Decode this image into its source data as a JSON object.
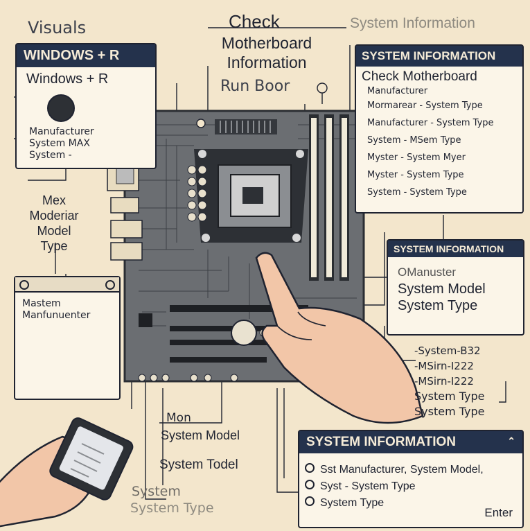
{
  "colors": {
    "background": "#f3e6cc",
    "ink": "#1f2330",
    "header": "#24324c",
    "board": "#6b6e72",
    "chip": "#3a3d42"
  },
  "top": {
    "visuals": "Visuals",
    "check": "Check",
    "motherboard_information": "Motherboard\nInformation",
    "run_box": "Run Boor",
    "system_information_faded": "System Information"
  },
  "left_panel": {
    "header": "WINDOWS + R",
    "subtitle": "Windows + R",
    "lines": [
      "Manufacturer",
      "System MAX",
      "System -"
    ]
  },
  "left_labels": [
    "Mex",
    "Moderiar",
    "Model",
    "Type"
  ],
  "left_window": {
    "lines": [
      "Mastem",
      "Manfunuenter"
    ],
    "icon_label": "app-icon"
  },
  "top_right_panel": {
    "header": "SYSTEM INFORMATION",
    "title": "Check Motherboard",
    "lines": [
      "Manufacturer",
      "Mormarear - System Type",
      "Manufacturer - System Type",
      "System - MSem Type",
      "Myster - System Myer",
      "Myster - System Type",
      "System - System Type"
    ]
  },
  "mid_right_panel": {
    "header": "SYSTEM INFORMATION",
    "lines": [
      "OManuster",
      "System Model",
      "System Type"
    ]
  },
  "right_list": [
    "-System-B32",
    "-MSirn-I222",
    "-MSirn-I222",
    "System Type",
    "System Type"
  ],
  "bottom_left": {
    "lines": [
      "Mon",
      "System Model",
      "System Todel"
    ]
  },
  "bottom_fade": [
    "System",
    "System Type"
  ],
  "bottom_right_panel": {
    "header": "SYSTEM INFORMATION",
    "lines": [
      "Sst Manufacturer, System Model,",
      "Syst - System Type",
      "System Type"
    ],
    "enter": "Enter"
  }
}
